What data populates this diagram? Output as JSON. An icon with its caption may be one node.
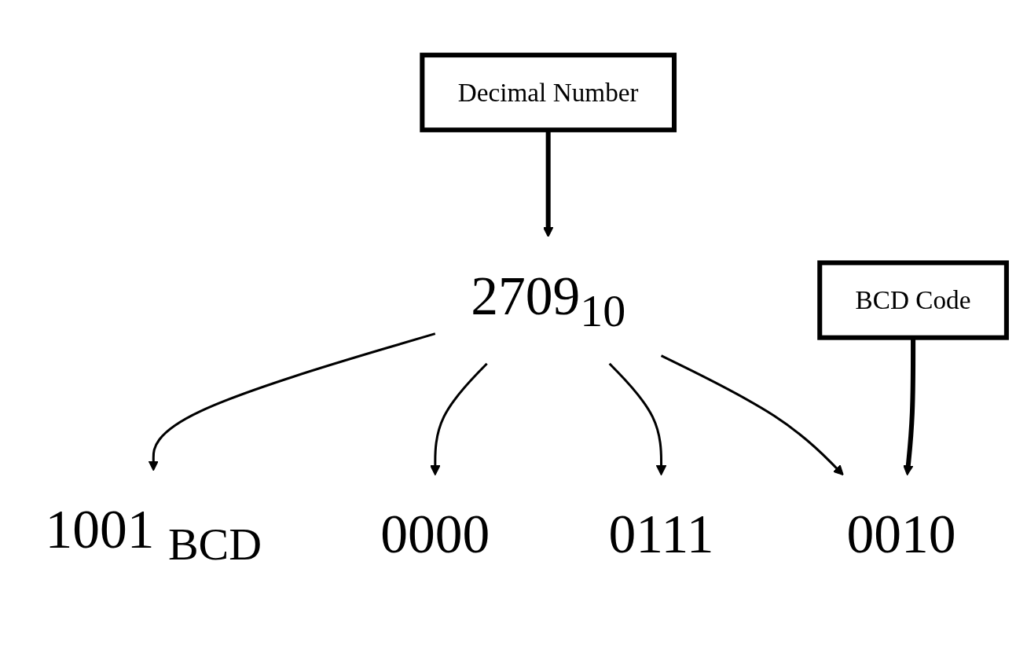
{
  "diagram": {
    "nodes": [
      {
        "text": [
          "Decimal Number"
        ]
      },
      {
        "text": [
          "2709$_{10}$"
        ]
      },
      {
        "text": [
          "0010"
        ]
      },
      {
        "text": [
          "0111"
        ]
      },
      {
        "text": [
          "0000"
        ]
      },
      {
        "text": [
          "1001"
        ],
        "beside": [
          "BCD"
        ]
      },
      {
        "text": [
          "BCD Code"
        ]
      }
    ],
    "edges": [
      {
        "from": 0,
        "to": 1,
        "arrow": "to",
        "style": "thick"
      },
      {
        "from": 1,
        "to": 2,
        "arrow": "to"
      },
      {
        "from": 1,
        "to": 3,
        "arrow": "to"
      },
      {
        "from": 1,
        "to": 4,
        "arrow": "to"
      },
      {
        "from": 1,
        "to": 5,
        "arrow": "to"
      },
      {
        "from": 6,
        "to": 2,
        "arrow": "to",
        "style": "thick"
      }
    ]
  }
}
